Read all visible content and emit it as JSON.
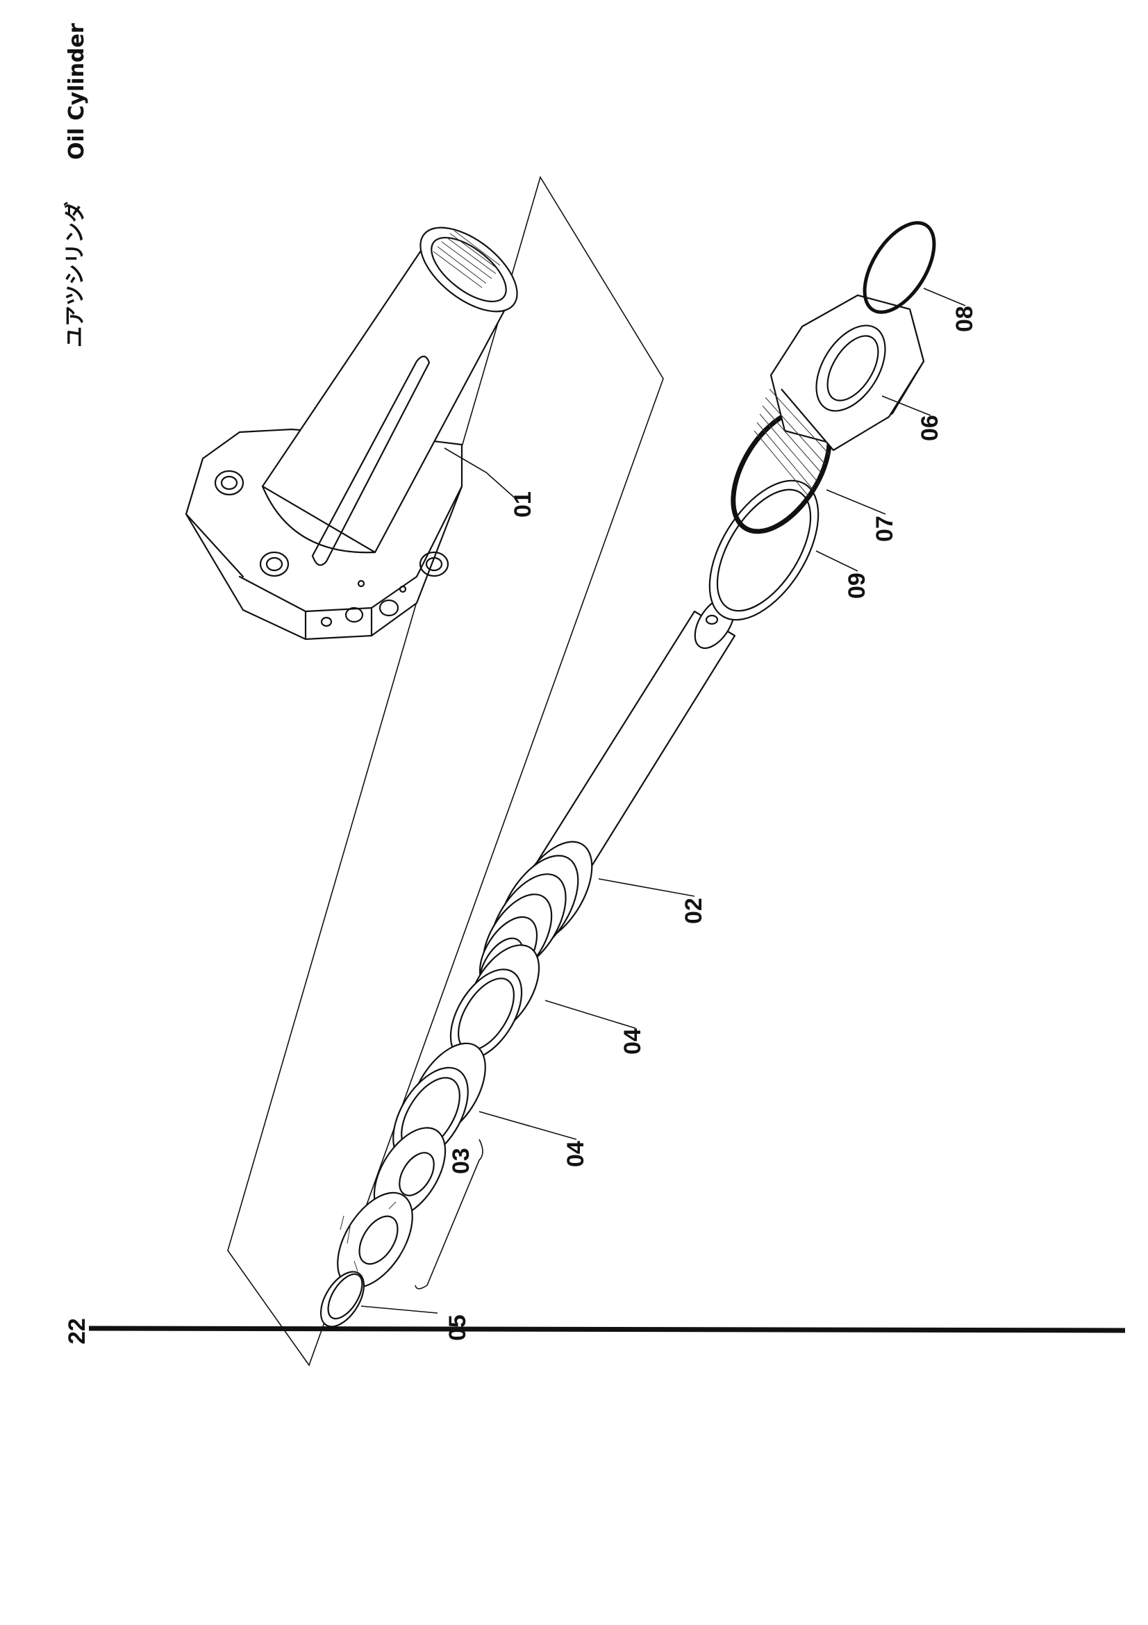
{
  "header": {
    "title_jp": "ユアツシリンダ",
    "title_en": "Oil Cylinder"
  },
  "page_number": "22",
  "callouts": [
    {
      "id": "p01",
      "label": "01"
    },
    {
      "id": "p02",
      "label": "02"
    },
    {
      "id": "p03",
      "label": "03"
    },
    {
      "id": "p04a",
      "label": "04"
    },
    {
      "id": "p04b",
      "label": "04"
    },
    {
      "id": "p05",
      "label": "05"
    },
    {
      "id": "p06",
      "label": "06"
    },
    {
      "id": "p07",
      "label": "07"
    },
    {
      "id": "p08",
      "label": "08"
    },
    {
      "id": "p09",
      "label": "09"
    }
  ]
}
